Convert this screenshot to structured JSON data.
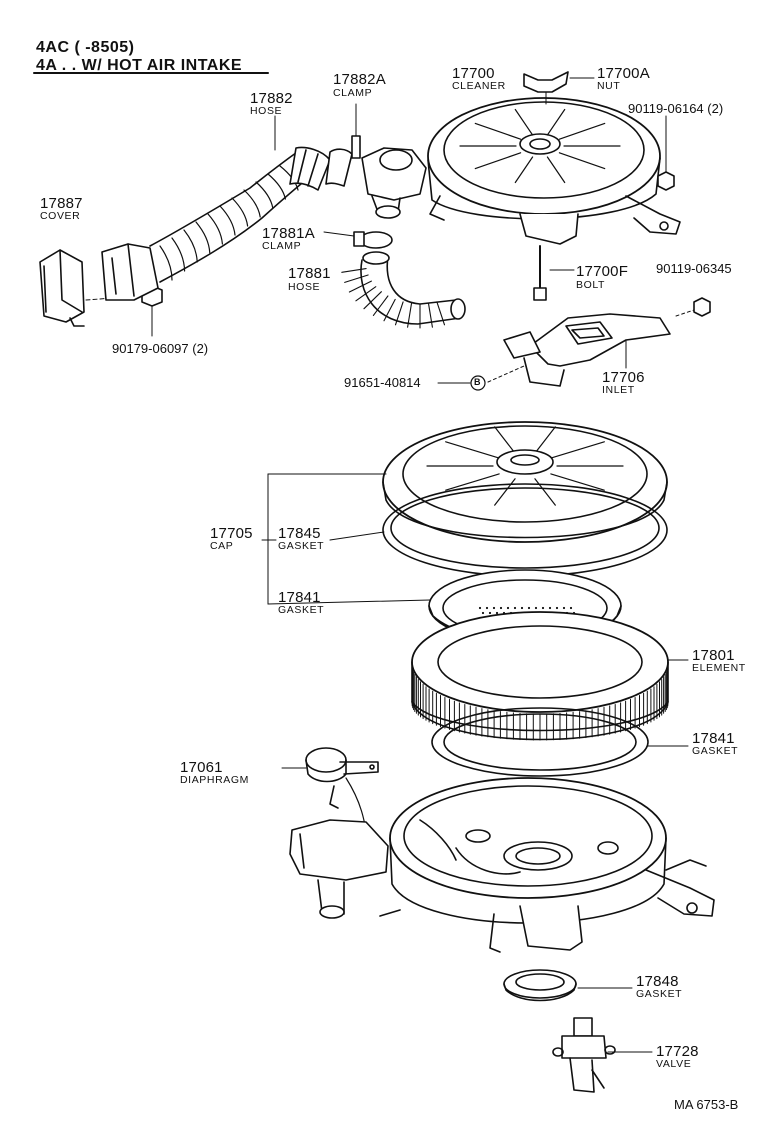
{
  "header": {
    "line1": "4AC (      -8505)",
    "line2": "4A . . W/ HOT  AIR  INTAKE"
  },
  "footer": {
    "code": "MA  6753-B"
  },
  "parts": {
    "p17882a": {
      "num": "17882A",
      "name": "CLAMP"
    },
    "p17882": {
      "num": "17882",
      "name": "HOSE"
    },
    "p17700": {
      "num": "17700",
      "name": "CLEANER"
    },
    "p17700a": {
      "num": "17700A",
      "name": "NUT"
    },
    "p90119_06164": {
      "num": "90119-06164 (2)"
    },
    "p17887": {
      "num": "17887",
      "name": "COVER"
    },
    "p17881a": {
      "num": "17881A",
      "name": "CLAMP"
    },
    "p17881": {
      "num": "17881",
      "name": "HOSE"
    },
    "p17700f": {
      "num": "17700F",
      "name": "BOLT"
    },
    "p90119_06345": {
      "num": "90119-06345"
    },
    "p90179_06097": {
      "num": "90179-06097 (2)"
    },
    "p91651_40814": {
      "num": "91651-40814",
      "marker": "B"
    },
    "p17706": {
      "num": "17706",
      "name": "INLET"
    },
    "p17705": {
      "num": "17705",
      "name": "CAP"
    },
    "p17845": {
      "num": "17845",
      "name": "GASKET"
    },
    "p17841a": {
      "num": "17841",
      "name": "GASKET"
    },
    "p17801": {
      "num": "17801",
      "name": "ELEMENT"
    },
    "p17841b": {
      "num": "17841",
      "name": "GASKET"
    },
    "p17061": {
      "num": "17061",
      "name": "DIAPHRAGM"
    },
    "p17848": {
      "num": "17848",
      "name": "GASKET"
    },
    "p17728": {
      "num": "17728",
      "name": "VALVE"
    }
  }
}
